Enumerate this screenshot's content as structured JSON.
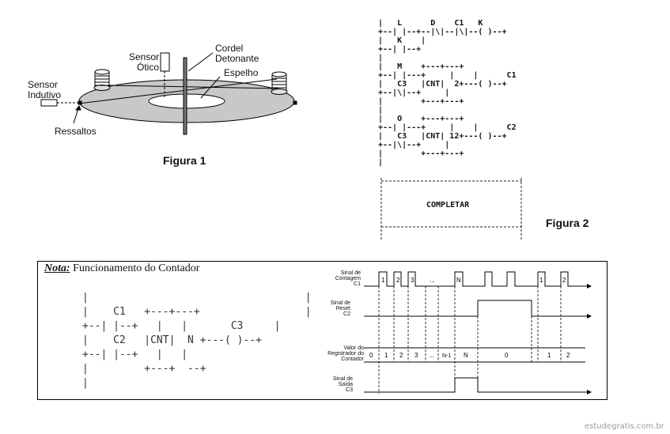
{
  "figure1": {
    "caption": "Figura 1",
    "label_sensor_otico": "Sensor\nÓtico",
    "label_cordel": "Cordel\nDetonante",
    "label_espelho": "Espelho",
    "label_sensor_indutivo": "Sensor\nIndutivo",
    "label_ressaltos": "Ressaltos"
  },
  "figure2": {
    "caption": "Figura 2",
    "ladder_text": "|   L      D    C1   K\n+--| |--+--|\\|--|\\|--( )--+\n|   K    |\n+--| |--+\n|\n|   M    +---+---+\n+--| |---+     |    |      C1\n|   C3   |CNT|  2+---( )--+\n+--|\\|--+     |\n|        +---+---+\n|\n|   O    +---+---+\n+--| |---+     |    |      C2\n|   C3   |CNT| 12+---( )--+\n+--|\\|--+     |\n|        +---+---+\n|",
    "completar": "COMPLETAR"
  },
  "nota": {
    "title_bold": "Nota:",
    "title_rest": " Funcionamento do Contador",
    "ladder_text": "|                                   |\n|    C1   +---+---+                 |\n+--| |--+   |   |       C3     |\n|    C2   |CNT|  N +---( )--+\n+--| |--+   |   |\n|         +---+  --+\n|",
    "sig1_label": "Sinal de\nContagem\nC1",
    "sig2_label": "Sinal de\nReset\nC2",
    "sig3_label": "Valor do\nRegistrador do\nContador",
    "sig4_label": "Sinal de\nSaída\nC3",
    "pulse_labels": [
      "1",
      "2",
      "3",
      "...",
      "N",
      "1",
      "2"
    ],
    "reg_values": [
      "0",
      "1",
      "2",
      "3",
      "...",
      "N-1",
      "N",
      "0",
      "1",
      "2"
    ]
  },
  "watermark": "estudegratis.com.br"
}
